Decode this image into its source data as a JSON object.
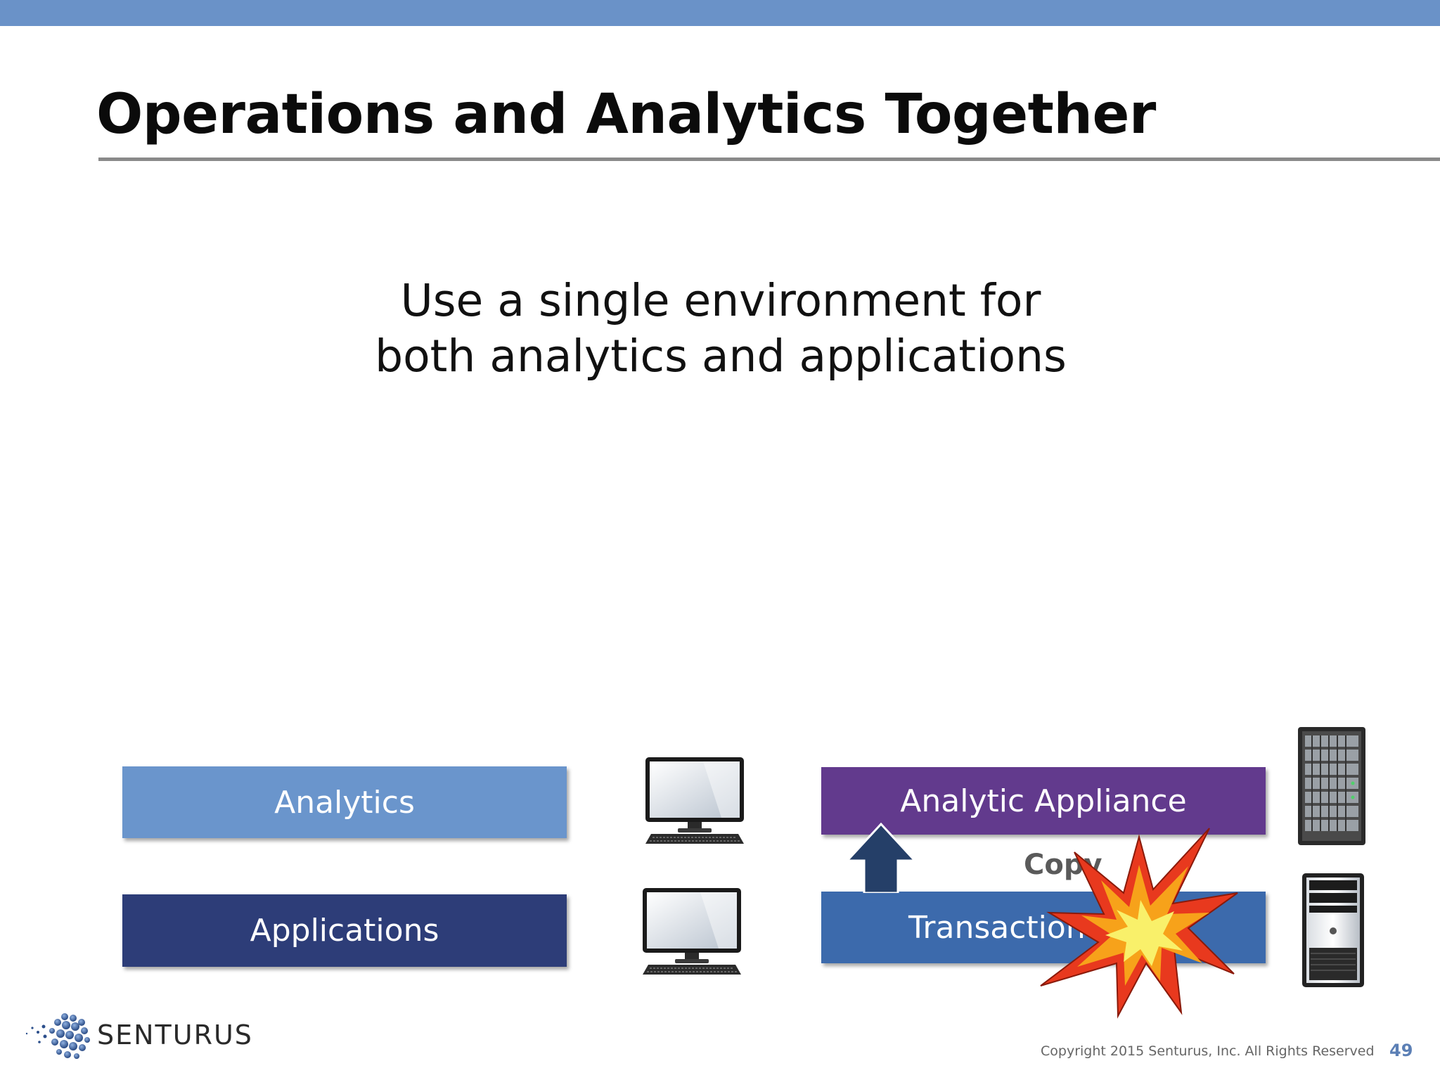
{
  "slide": {
    "title": "Operations and Analytics Together",
    "subtitle_lines": [
      "Use a single environment for",
      "both analytics and applications"
    ]
  },
  "left_stack": {
    "top_label": "Analytics",
    "bottom_label": "Applications"
  },
  "right_stack": {
    "top_label": "Analytic Appliance",
    "bottom_label": "Transactional",
    "arrow_label": "Copy"
  },
  "footer": {
    "brand": "SENTURUS",
    "copyright": "Copyright 2015  Senturus, Inc.   All Rights Reserved",
    "page_number": "49"
  },
  "icons": {
    "computer": "desktop-computer-icon",
    "rack": "server-rack-icon",
    "tower": "tower-server-icon",
    "explosion": "explosion-icon",
    "arrow": "up-arrow-icon",
    "logo": "senturus-globe-icon"
  },
  "colors": {
    "top_bar": "#6a92c8",
    "analytics": "#6a95cc",
    "applications": "#2d3d78",
    "analytic_appliance": "#623a8d",
    "transactional": "#3c6aac",
    "page_number": "#5b7fb5"
  }
}
